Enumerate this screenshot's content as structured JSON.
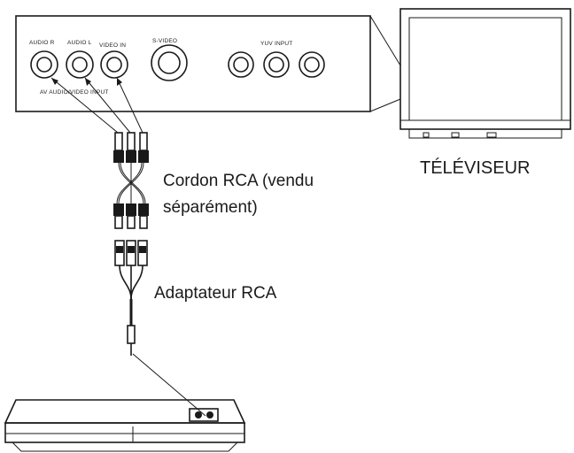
{
  "panel": {
    "jack_labels": {
      "audio_r": "AUDIO R",
      "audio_l": "AUDIO L",
      "video_in": "VIDEO IN",
      "s_video": "S-VIDEO",
      "yuv_input": "YUV INPUT",
      "av_input": "AV AUDIO/VIDEO INPUT"
    }
  },
  "labels": {
    "tv": "TÉLÉVISEUR",
    "cable_line1": "Cordon RCA (vendu",
    "cable_line2": "séparément)",
    "adapter": "Adaptateur RCA"
  }
}
